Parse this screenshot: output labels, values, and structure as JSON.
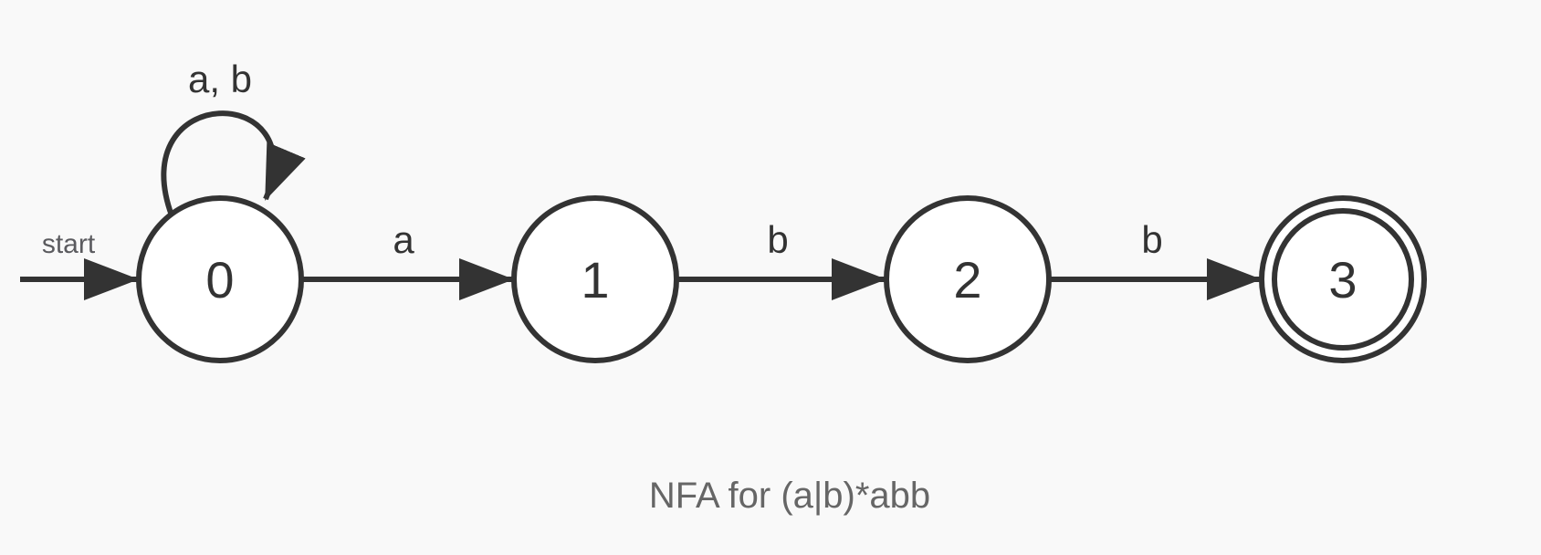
{
  "background_color": "#f9f9f9",
  "colors": {
    "node_stroke": "#333333",
    "node_fill": "#ffffff",
    "edge_stroke": "#333333",
    "edge_label_text": "#333333",
    "start_label_text": "#5b5b5f",
    "caption_text": "#666666"
  },
  "diagram": {
    "type": "finite-automaton",
    "caption": "NFA for (a|b)*abb",
    "start_label": "start",
    "states": [
      {
        "id": "0",
        "start": true,
        "accepting": false
      },
      {
        "id": "1",
        "start": false,
        "accepting": false
      },
      {
        "id": "2",
        "start": false,
        "accepting": false
      },
      {
        "id": "3",
        "start": false,
        "accepting": true
      }
    ],
    "transitions": [
      {
        "from": "0",
        "to": "0",
        "label": "a, b"
      },
      {
        "from": "0",
        "to": "1",
        "label": "a"
      },
      {
        "from": "1",
        "to": "2",
        "label": "b"
      },
      {
        "from": "2",
        "to": "3",
        "label": "b"
      }
    ]
  }
}
